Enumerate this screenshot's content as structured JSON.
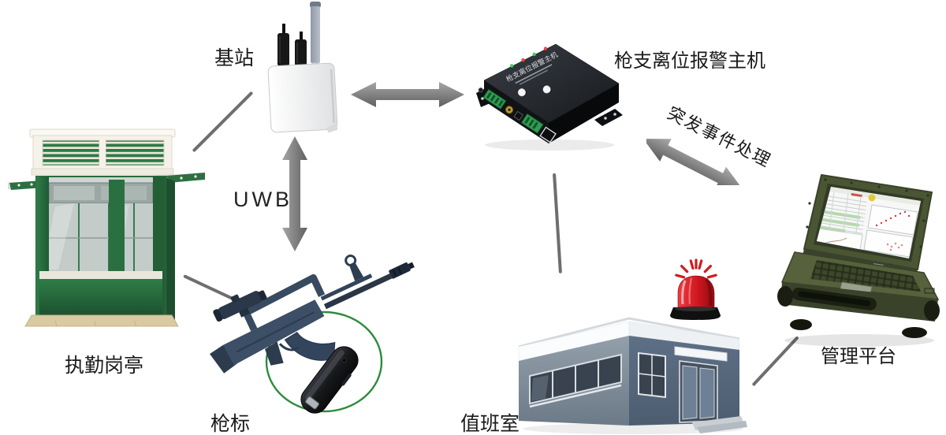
{
  "diagram": {
    "nodes": {
      "guard_booth": {
        "label": "执勤岗亭"
      },
      "base_station": {
        "label": "基站"
      },
      "gun_tag": {
        "label": "枪标"
      },
      "alarm_host": {
        "label": "枪支离位报警主机",
        "panel_print": "枪支离位报警主机"
      },
      "duty_room": {
        "label": "值班室"
      },
      "management_platform": {
        "label": "管理平台"
      }
    },
    "links": {
      "uwb": {
        "label": "UWB"
      },
      "emergency": {
        "label": "突发事件处理"
      }
    },
    "colors": {
      "arrow_gray": "#7a7a7a",
      "line_gray": "#6e6e6e",
      "booth_green": "#2e7a45",
      "tag_circle_green": "#2e8b3e",
      "beacon_red": "#cc1a1a",
      "building_blue_gray": "#5e7086",
      "laptop_olive": "#4a5533",
      "label_text": "#1a1a1a"
    }
  }
}
